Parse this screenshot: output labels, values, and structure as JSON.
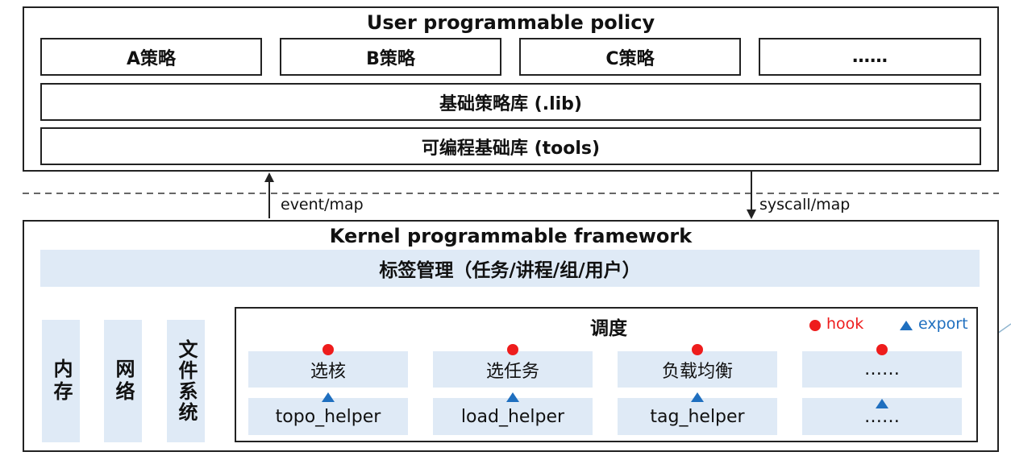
{
  "user_layer": {
    "title": "User programmable policy",
    "policies": [
      "A策略",
      "B策略",
      "C策略",
      "……"
    ],
    "base_lib": "基础策略库 (.lib)",
    "tools_lib": "可编程基础库 (tools)"
  },
  "flows": {
    "up": "event/map",
    "down": "syscall/map"
  },
  "kernel_layer": {
    "title": "Kernel programmable framework",
    "tag_bar": "标签管理（任务/讲程/组/用户）",
    "side_columns": [
      "内存",
      "网络",
      "文件系统"
    ],
    "scheduler": {
      "title": "调度",
      "legend": {
        "hook": "hook",
        "export": "export",
        "hook_color": "#ee1c1c",
        "export_color": "#1f6fbf"
      },
      "hooks": [
        "选核",
        "选任务",
        "负载均衡",
        "……"
      ],
      "helpers": [
        "topo_helper",
        "load_helper",
        "tag_helper",
        "……"
      ]
    }
  },
  "colors": {
    "light_fill": "#dfeaf6",
    "border": "#222222",
    "connector": "#8fb5cf"
  }
}
